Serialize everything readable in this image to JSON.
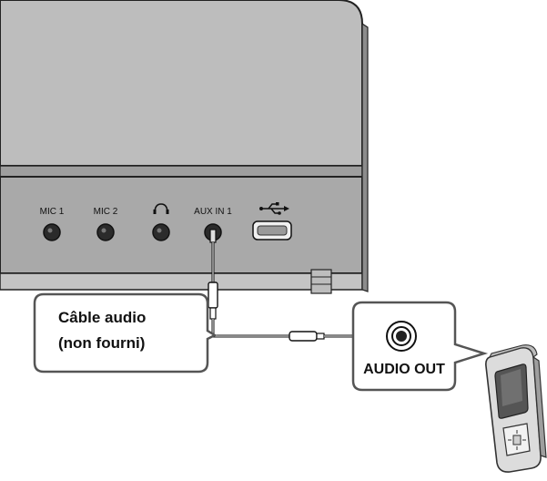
{
  "device": {
    "ports": [
      {
        "label": "MIC 1",
        "icon": "jack-port-icon"
      },
      {
        "label": "MIC 2",
        "icon": "jack-port-icon"
      },
      {
        "label": "",
        "icon": "headphones-icon"
      },
      {
        "label": "AUX IN 1",
        "icon": "jack-port-icon"
      },
      {
        "label": "",
        "icon": "usb-icon"
      }
    ]
  },
  "cable_callout": {
    "line1": "Câble audio",
    "line2": "(non fourni)"
  },
  "player": {
    "output_label": "AUDIO OUT"
  }
}
